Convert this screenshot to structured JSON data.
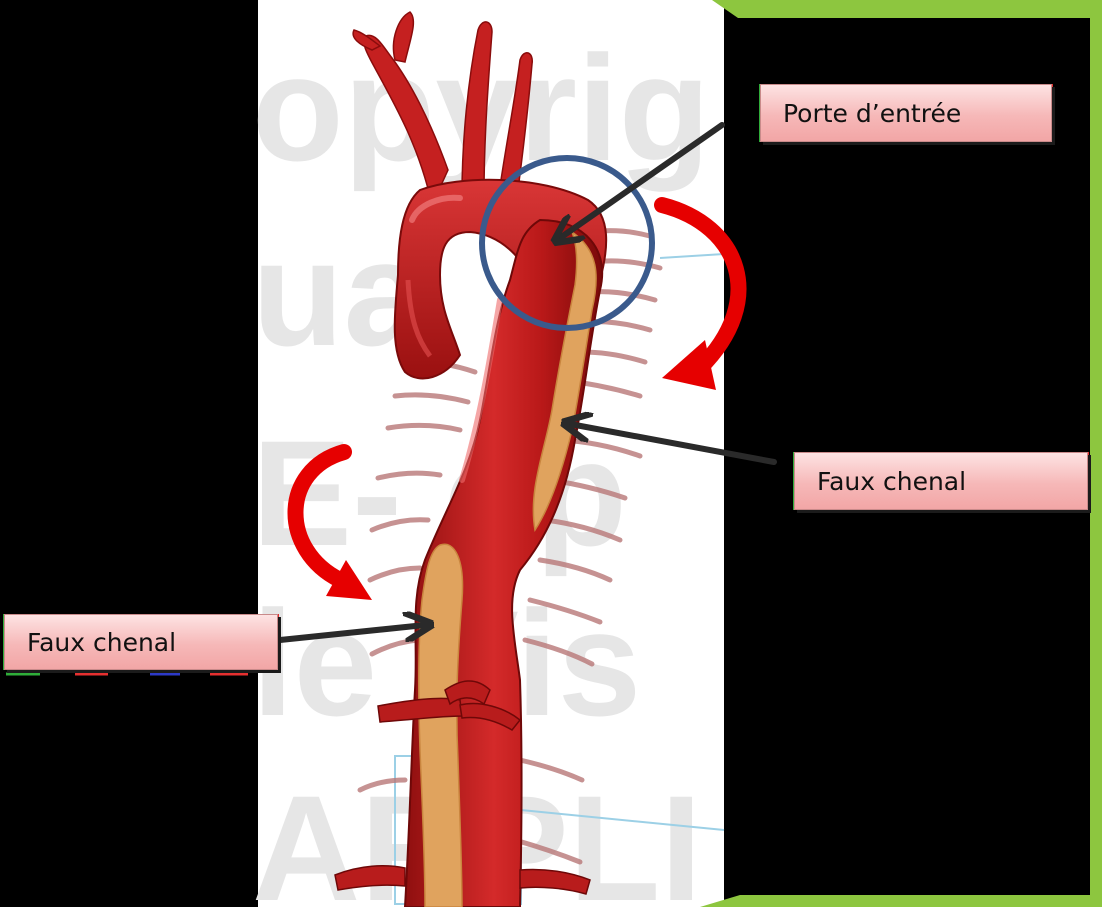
{
  "labels": {
    "entry_tear": "Porte d’entrée",
    "false_lumen_right": "Faux chenal",
    "false_lumen_left": "Faux chenal"
  },
  "colors": {
    "background_panel": "#000000",
    "accent_green": "#8dc63f",
    "vessel_red": "#c81e1e",
    "false_lumen": "#e0a35e",
    "circle": "#3a5a8c",
    "arrow_red": "#e60000",
    "pointer": "#2a2a2a"
  },
  "watermark": [
    "opyrig",
    "ua",
    "E- op",
    "le Vis",
    "ARPLI"
  ],
  "icons": [
    "curved-red-arrow-icon",
    "pointer-arrow-icon",
    "highlight-circle-icon"
  ]
}
